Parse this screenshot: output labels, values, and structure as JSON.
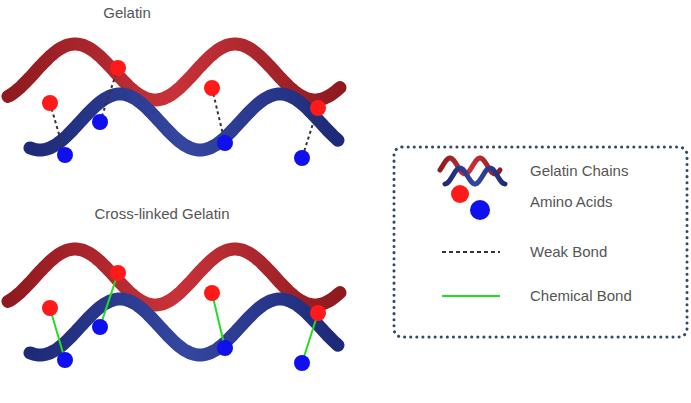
{
  "diagram": {
    "labels": [
      "Gelatin",
      "Cross-linked Gelatin"
    ],
    "legend": [
      {
        "text": "Gelatin Chains"
      },
      {
        "text": "Amino Acids"
      },
      {
        "text": "Weak Bond"
      },
      {
        "text": "Chemical Bond"
      }
    ]
  }
}
